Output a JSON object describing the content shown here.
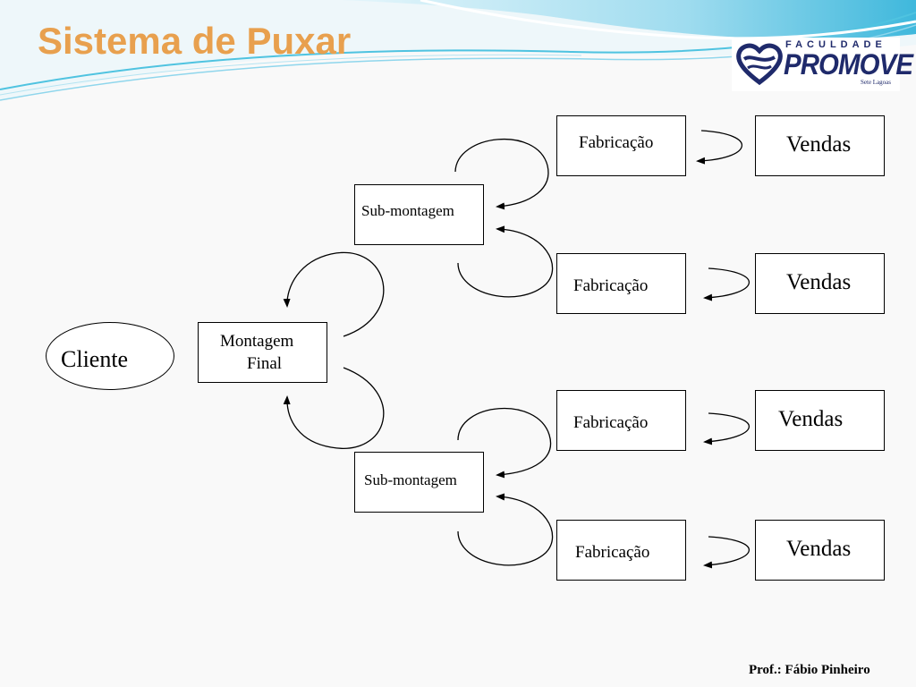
{
  "slide": {
    "title": "Sistema de Puxar",
    "footer": "Prof.: Fábio Pinheiro"
  },
  "logo": {
    "top": "FACULDADE",
    "main": "PROMOVE",
    "sub": "Sete Lagoas"
  },
  "diagram": {
    "cliente": "Cliente",
    "montagem_final": [
      "Montagem",
      "Final"
    ],
    "sub_montagem_1": "Sub-montagem",
    "sub_montagem_2": "Sub-montagem",
    "fabricacao": [
      "Fabricação",
      "Fabricação",
      "Fabricação",
      "Fabricação"
    ],
    "vendas": [
      "Vendas",
      "Vendas",
      "Vendas",
      "Vendas"
    ]
  },
  "colors": {
    "title": "#e8a04e",
    "accent_wave": "#4fc3e0",
    "logo": "#1f2a6b"
  }
}
